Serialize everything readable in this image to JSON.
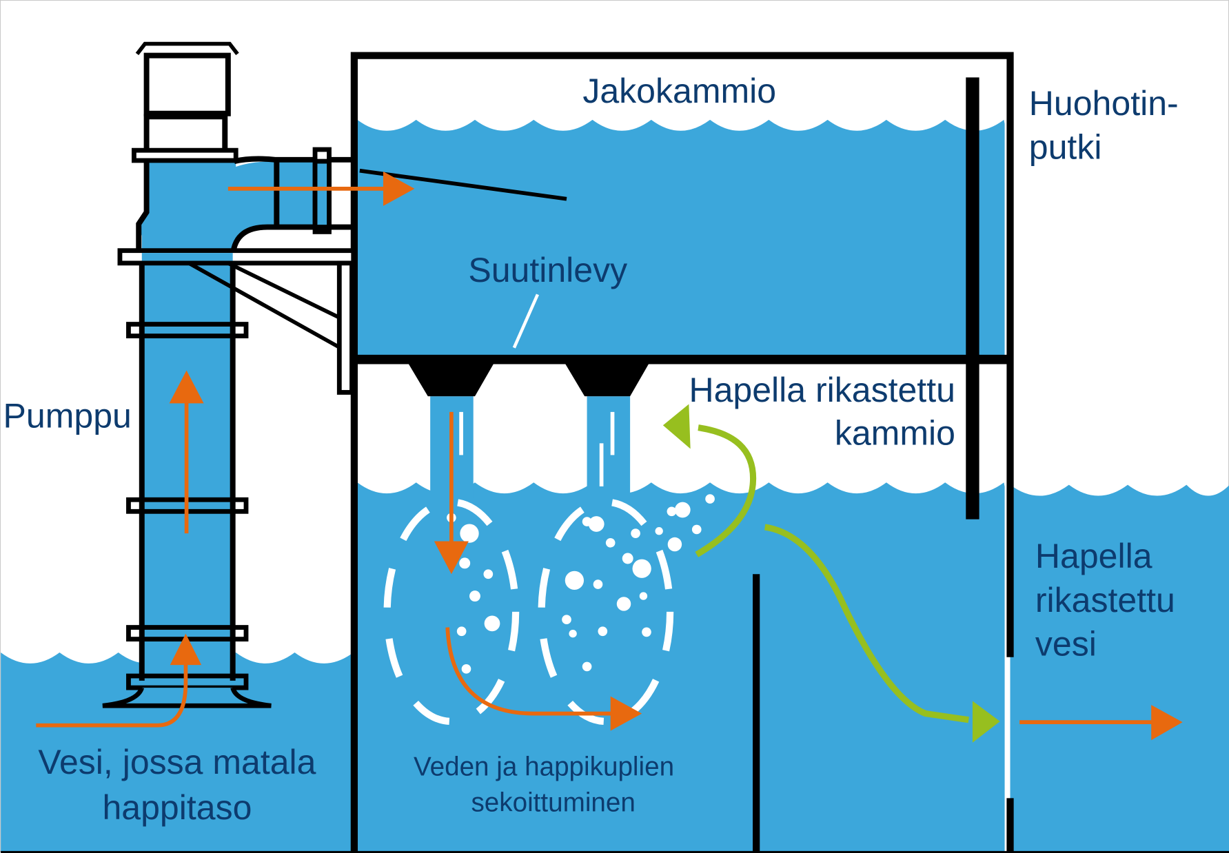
{
  "diagram": {
    "type": "process-diagram",
    "title": "Hapetuslaitteisto (pumppu ja suutinlevy)",
    "colors": {
      "water": "#3ca7db",
      "outline": "#000000",
      "flow_arrow": "#e8690f",
      "oxygenated_flow_arrow": "#97bf1f",
      "label_text": "#0d3b6e",
      "background": "#ffffff"
    },
    "labels": {
      "distribution_chamber": "Jakokammio",
      "vent_pipe_line1": "Huohotin-",
      "vent_pipe_line2": "putki",
      "nozzle_plate": "Suutinlevy",
      "pump": "Pumppu",
      "enriched_chamber_line1": "Hapella rikastettu",
      "enriched_chamber_line2": "kammio",
      "enriched_water_line1": "Hapella",
      "enriched_water_line2": "rikastettu",
      "enriched_water_line3": "vesi",
      "low_oxygen_water_line1": "Vesi, jossa matala",
      "low_oxygen_water_line2": "happitaso",
      "mixing_line1": "Veden ja happikuplien",
      "mixing_line2": "sekoittuminen"
    },
    "flows": [
      {
        "from": "low_oxygen_water",
        "to": "pump",
        "color": "orange"
      },
      {
        "from": "pump",
        "to": "distribution_chamber",
        "color": "orange"
      },
      {
        "from": "nozzle_plate",
        "to": "mixing_zone",
        "color": "orange"
      },
      {
        "from": "mixing_zone",
        "to": "enriched_chamber",
        "color": "green"
      },
      {
        "from": "enriched_chamber",
        "to": "enriched_water",
        "color": "green"
      },
      {
        "from": "enriched_water",
        "to": "outlet",
        "color": "orange"
      }
    ],
    "nozzle_count": 2
  }
}
